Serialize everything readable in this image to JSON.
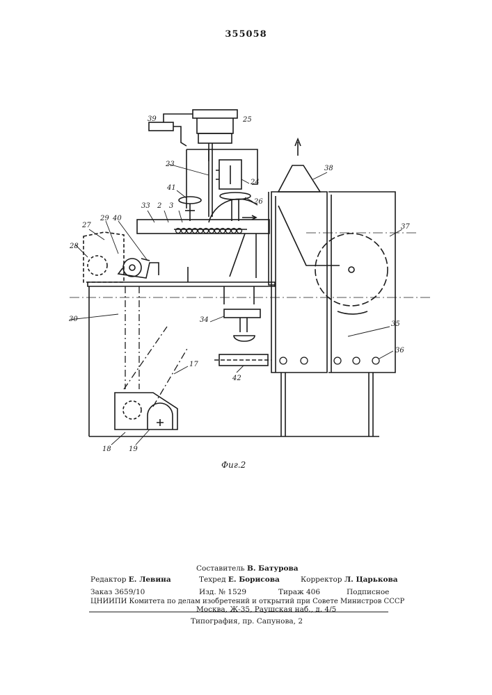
{
  "patent_number": "355058",
  "figure_caption": "Фиг.2",
  "labels": {
    "l39": "39",
    "l25": "25",
    "l23": "23",
    "l24": "24",
    "l41": "41",
    "l26": "26",
    "l33": "33",
    "l2": "2",
    "l3": "3",
    "l38": "38",
    "l37": "37",
    "l27": "27",
    "l29": "29",
    "l40": "40",
    "l28": "28",
    "l30": "30",
    "l34": "34",
    "l35": "35",
    "l36": "36",
    "l17": "17",
    "l42": "42",
    "l18": "18",
    "l19": "19"
  },
  "imprint": {
    "composer_label": "Составитель",
    "composer": "В. Батурова",
    "editor_label": "Редактор",
    "editor": "Е. Левина",
    "techred_label": "Техред",
    "techred": "Е. Борисова",
    "corrector_label": "Корректор",
    "corrector": "Л. Царькова",
    "order": "Заказ 3659/10",
    "edition": "Изд. № 1529",
    "circulation": "Тираж 406",
    "subscription": "Подписное",
    "org": "ЦНИИПИ Комитета по делам изобретений и открытий при Совете Министров СССР",
    "address": "Москва, Ж-35, Раушская наб., д. 4/5",
    "printer": "Типография, пр. Сапунова, 2"
  }
}
